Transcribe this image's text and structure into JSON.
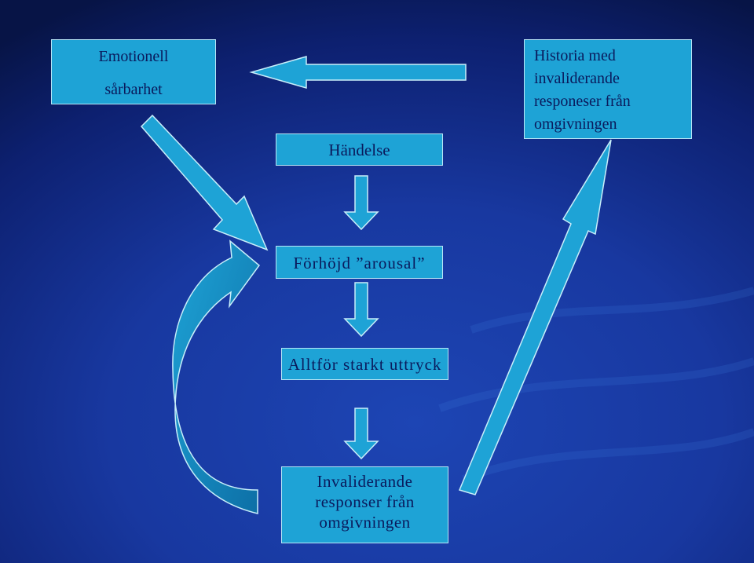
{
  "diagram": {
    "boxes": {
      "emotionell": {
        "lines": [
          "Emotionell",
          "sårbarhet"
        ]
      },
      "historia": {
        "lines": [
          "Historia med",
          "invaliderande",
          "responeser från",
          "omgivningen"
        ]
      },
      "handelse": {
        "lines": [
          "Händelse"
        ]
      },
      "arousal": {
        "lines": [
          "Förhöjd ”arousal”"
        ]
      },
      "alltfor": {
        "lines": [
          "Alltför starkt uttryck"
        ]
      },
      "invaliderande": {
        "lines": [
          "Invaliderande",
          "responser från",
          "omgivningen"
        ]
      }
    },
    "colors": {
      "box_fill": "#1ea3d6",
      "box_border": "#b9e6f6",
      "text": "#0a1a5c",
      "arrow_fill": "#1ea3d6",
      "arrow_edge": "#c8eefa",
      "curved_arrow_dark": "#0d6fa6",
      "background": "#1838a0"
    }
  }
}
